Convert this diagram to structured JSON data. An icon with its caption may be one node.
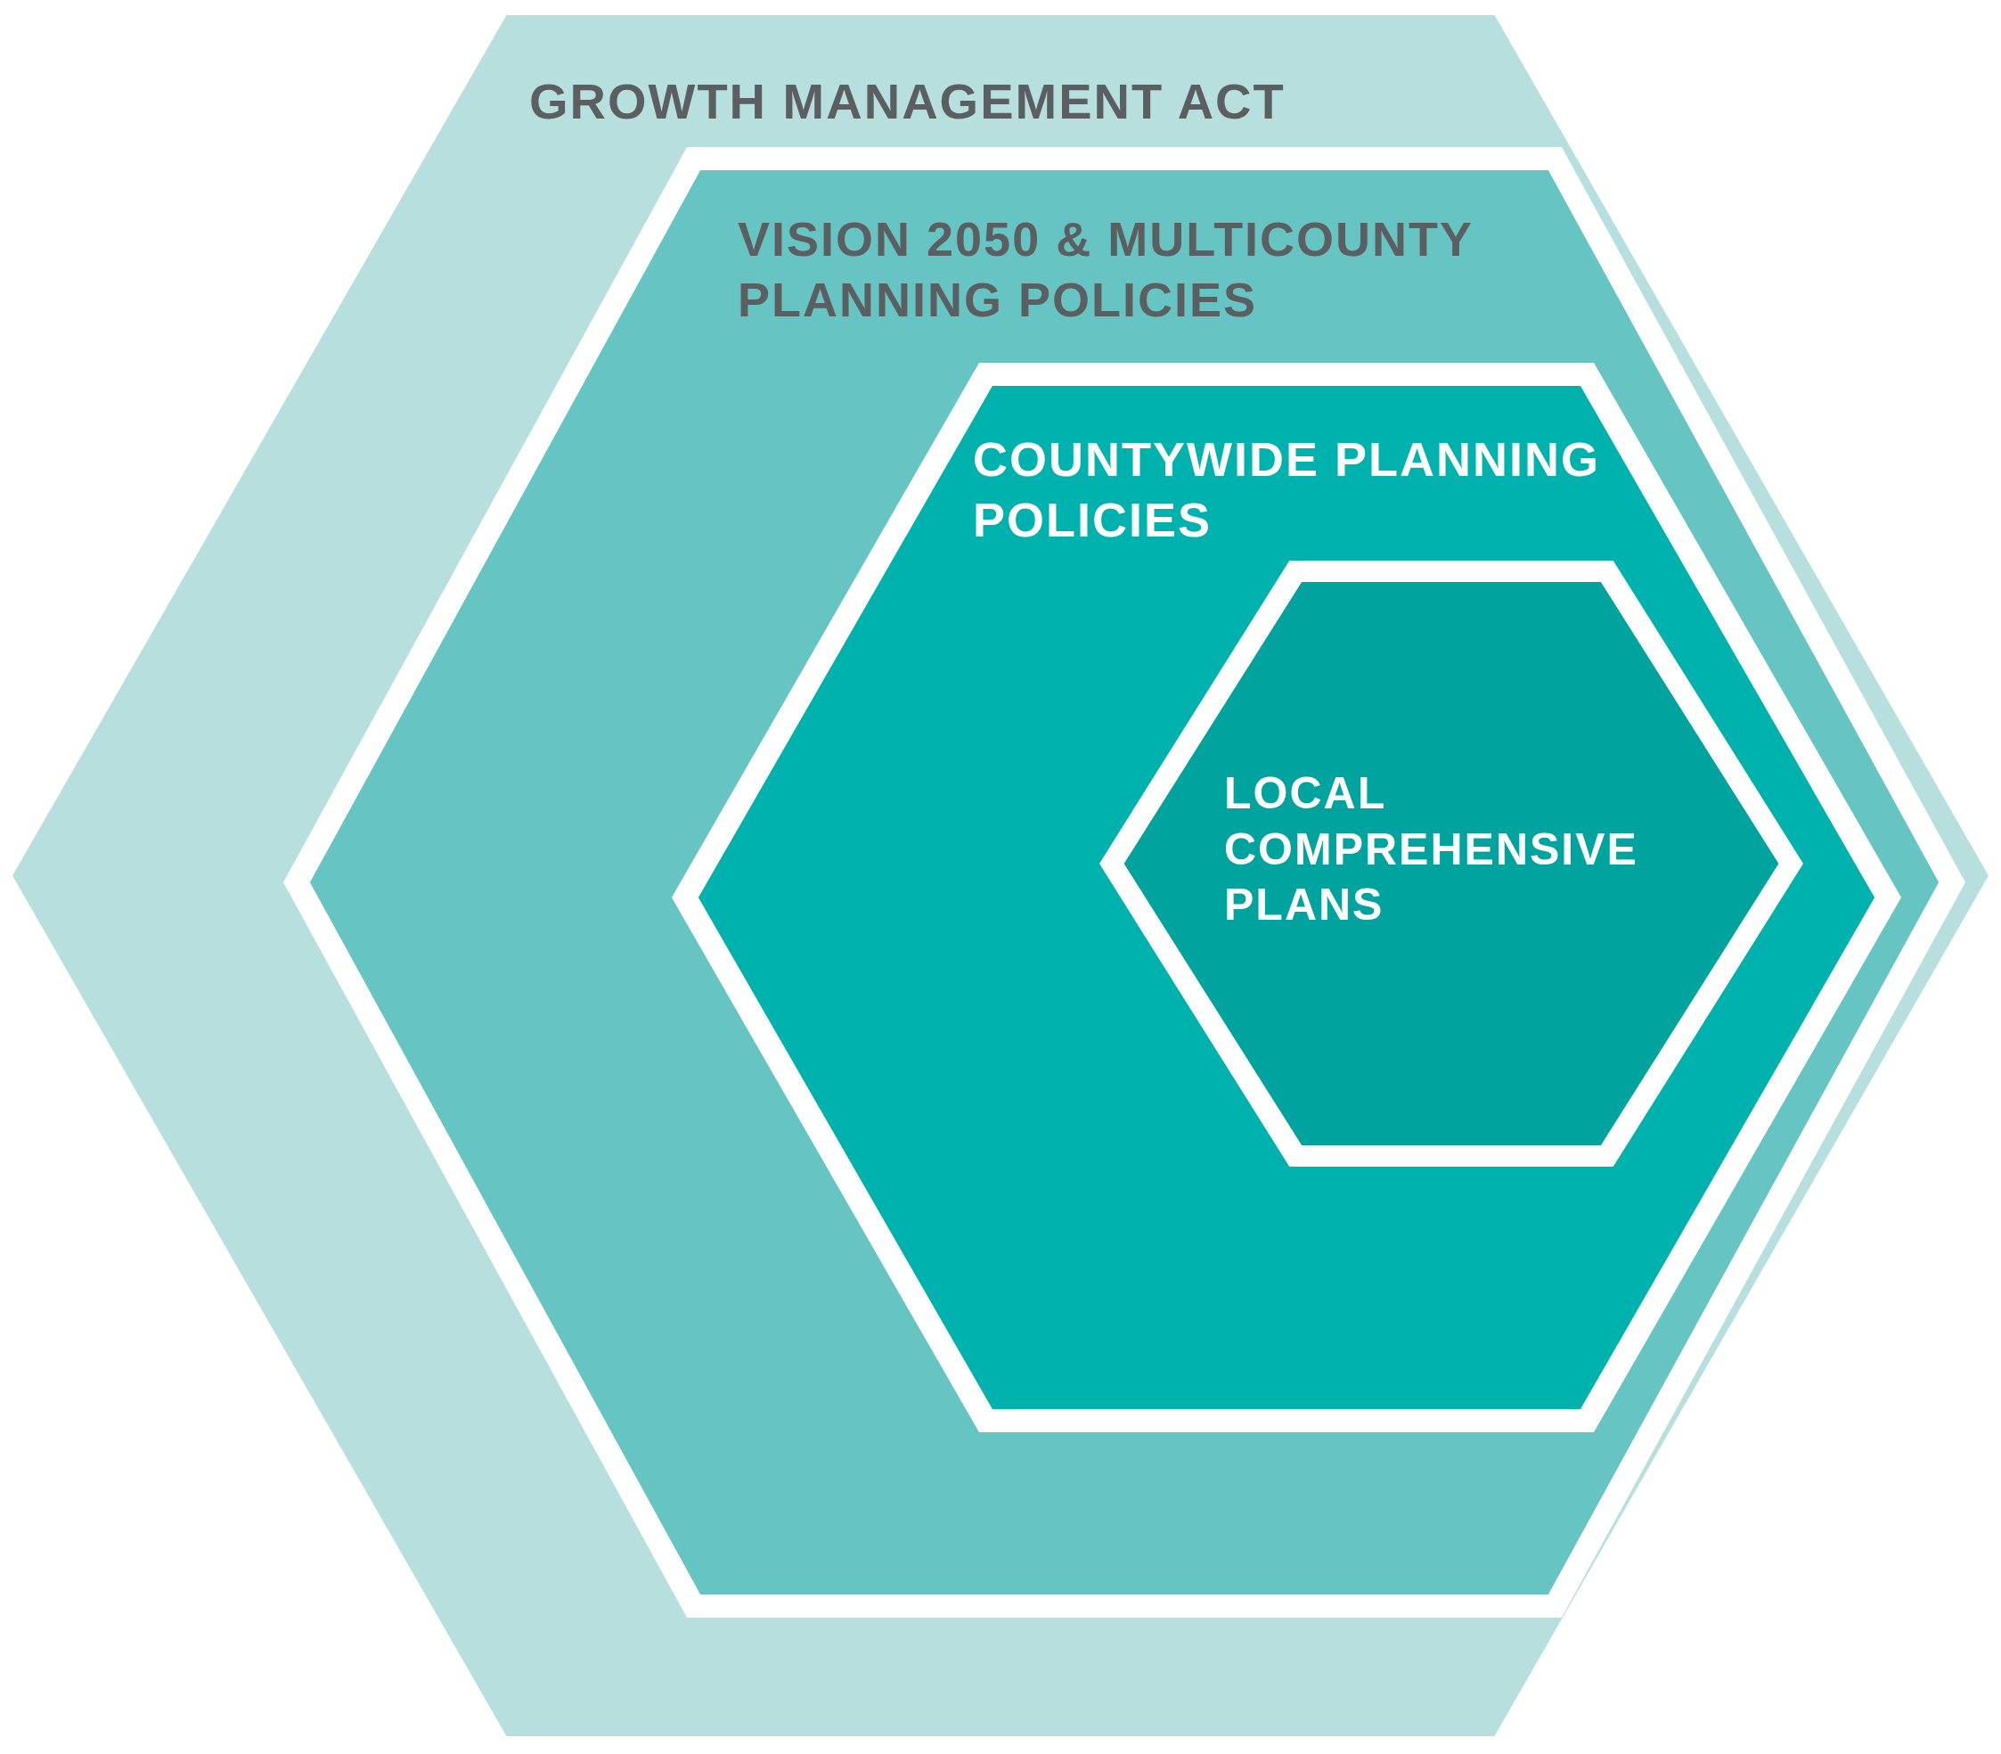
{
  "diagram": {
    "nodes": [
      {
        "text": [
          "GROWTH MANAGEMENT ACT"
        ]
      },
      {
        "text": [
          "VISION 2050 & MULTICOUNTY PLANNING POLICIES"
        ],
        "in": 0
      },
      {
        "text": [
          "COUNTYWIDE PLANNING POLICIES"
        ],
        "in": 1
      },
      {
        "text": [
          "LOCAL COMPREHENSIVE PLANS"
        ],
        "in": 2
      }
    ]
  }
}
